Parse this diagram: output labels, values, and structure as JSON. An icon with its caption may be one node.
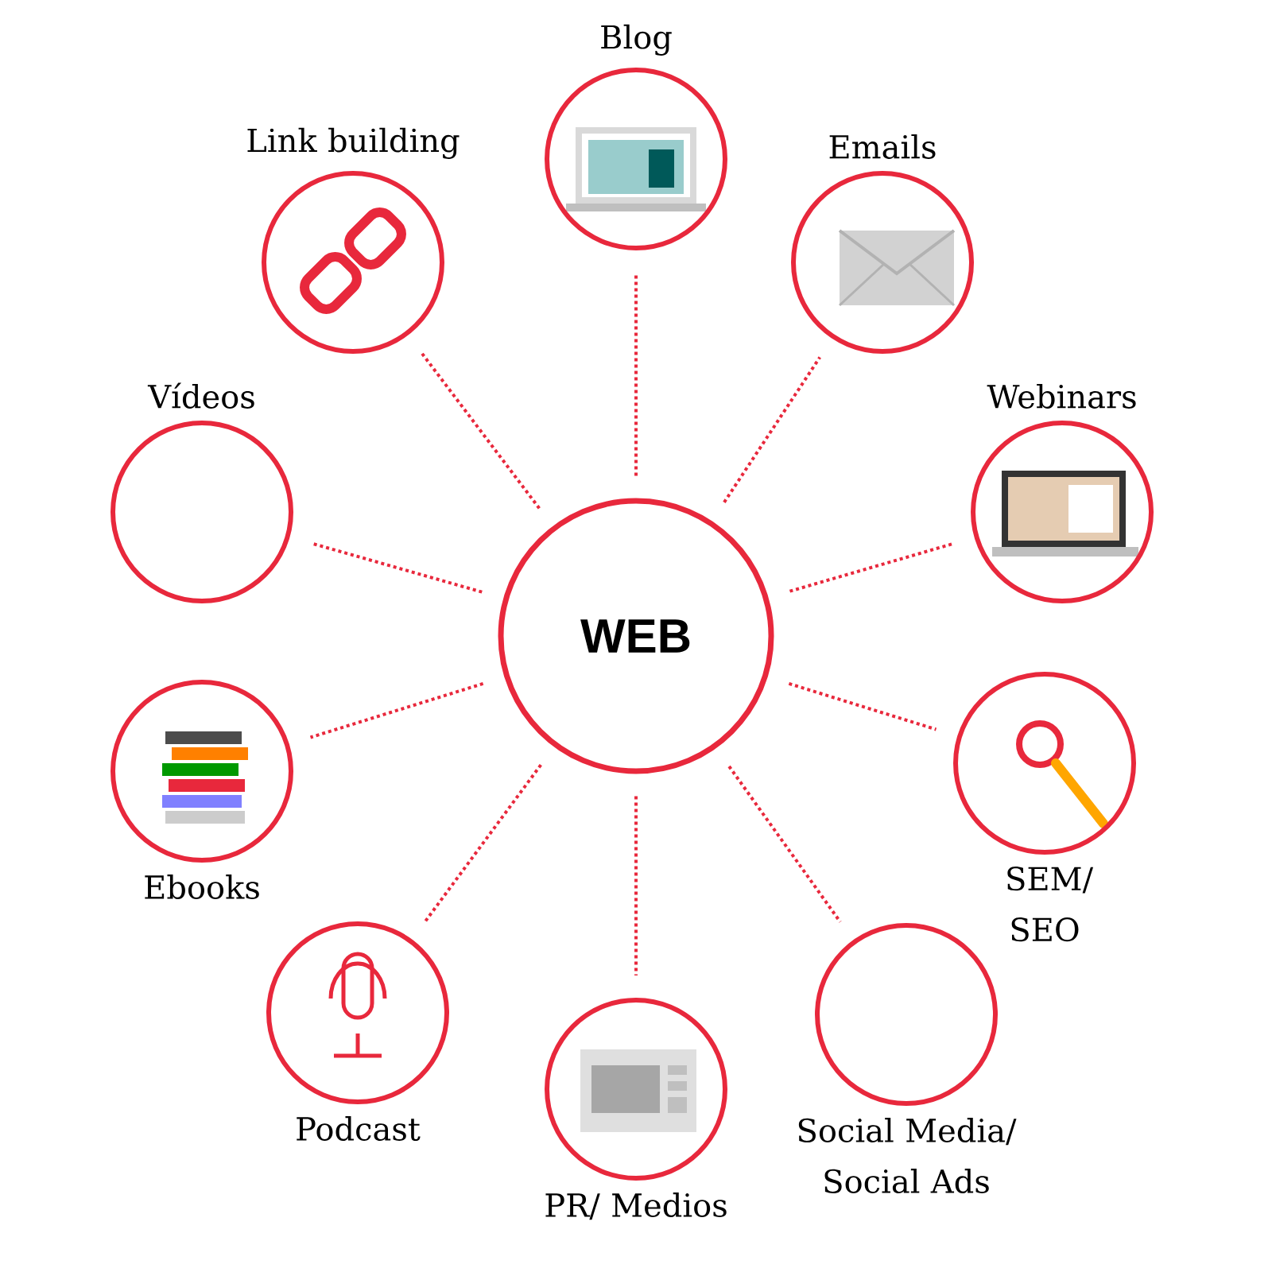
{
  "diagram": {
    "nodes": [
      {
        "text": [
          "WEB"
        ]
      },
      {
        "text": [
          "Blog"
        ]
      },
      {
        "text": [
          "Emails"
        ]
      },
      {
        "text": [
          "Webinars"
        ]
      },
      {
        "text": [
          "SEM/ SEO"
        ]
      },
      {
        "text": [
          "Social Media/ Social Ads"
        ]
      },
      {
        "text": [
          "PR/ Medios"
        ]
      },
      {
        "text": [
          "Podcast"
        ]
      },
      {
        "text": [
          "Ebooks"
        ]
      },
      {
        "text": [
          "Vídeos"
        ]
      },
      {
        "text": [
          "Link building"
        ]
      }
    ],
    "edges": [
      {
        "from": 0,
        "to": 1,
        "arrow": "none"
      },
      {
        "from": 0,
        "to": 2,
        "arrow": "none"
      },
      {
        "from": 0,
        "to": 3,
        "arrow": "none"
      },
      {
        "from": 0,
        "to": 4,
        "arrow": "none"
      },
      {
        "from": 0,
        "to": 5,
        "arrow": "none"
      },
      {
        "from": 0,
        "to": 6,
        "arrow": "none"
      },
      {
        "from": 0,
        "to": 7,
        "arrow": "none"
      },
      {
        "from": 0,
        "to": 8,
        "arrow": "none"
      },
      {
        "from": 0,
        "to": 9,
        "arrow": "none"
      },
      {
        "from": 0,
        "to": 10,
        "arrow": "none"
      }
    ]
  }
}
